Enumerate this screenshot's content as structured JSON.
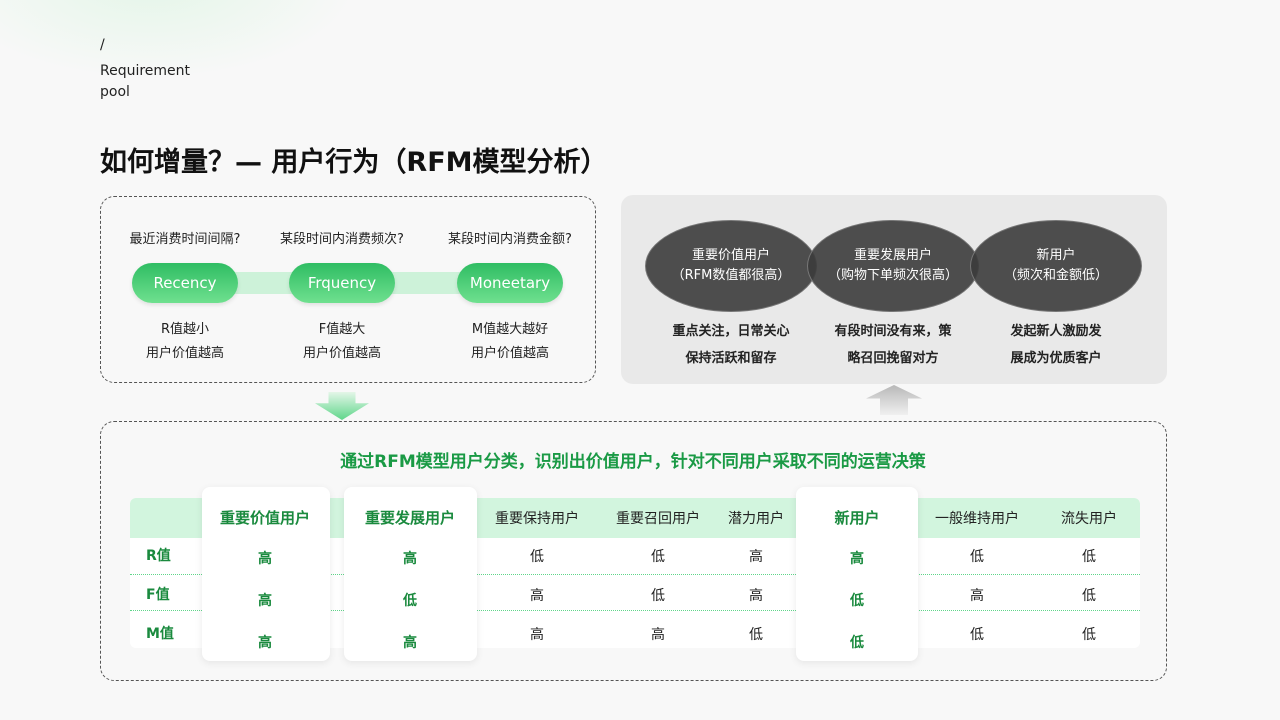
{
  "breadcrumb": {
    "slash": "/",
    "line1": "Requirement",
    "line2": "pool"
  },
  "title": "如何增量？— 用户行为（RFM模型分析）",
  "rfm": [
    {
      "question": "最近消费时间间隔?",
      "label": "Recency",
      "desc1": "R值越小",
      "desc2": "用户价值越高"
    },
    {
      "question": "某段时间内消费频次?",
      "label": "Frquency",
      "desc1": "F值越大",
      "desc2": "用户价值越高"
    },
    {
      "question": "某段时间内消费金额?",
      "label": "Moneetary",
      "desc1": "M值越大越好",
      "desc2": "用户价值越高"
    }
  ],
  "segments": [
    {
      "name": "重要价值用户",
      "note": "（RFM数值都很高）",
      "action1": "重点关注，日常关心",
      "action2": "保持活跃和留存"
    },
    {
      "name": "重要发展用户",
      "note": "（购物下单频次很高）",
      "action1": "有段时间没有来，策",
      "action2": "略召回挽留对方"
    },
    {
      "name": "新用户",
      "note": "（频次和金额低）",
      "action1": "发起新人激励发",
      "action2": "展成为优质客户"
    }
  ],
  "subtitle": "通过RFM模型用户分类，识别出价值用户，针对不同用户采取不同的运营决策",
  "table": {
    "columns": [
      "重要价值用户",
      "重要发展用户",
      "重要保持用户",
      "重要召回用户",
      "潜力用户",
      "新用户",
      "一般维持用户",
      "流失用户"
    ],
    "highlighted": [
      0,
      1,
      5
    ],
    "rows": [
      {
        "label": "R值",
        "values": [
          "高",
          "高",
          "低",
          "低",
          "高",
          "高",
          "低",
          "低"
        ]
      },
      {
        "label": "F值",
        "values": [
          "高",
          "低",
          "高",
          "低",
          "高",
          "低",
          "高",
          "低"
        ]
      },
      {
        "label": "M值",
        "values": [
          "高",
          "高",
          "高",
          "高",
          "低",
          "低",
          "低",
          "低"
        ]
      }
    ]
  },
  "colors": {
    "accent": "#1a9a45",
    "pill": "#2fbd63",
    "header_bg": "#d2f5de",
    "oval": "#3c3c3c"
  }
}
